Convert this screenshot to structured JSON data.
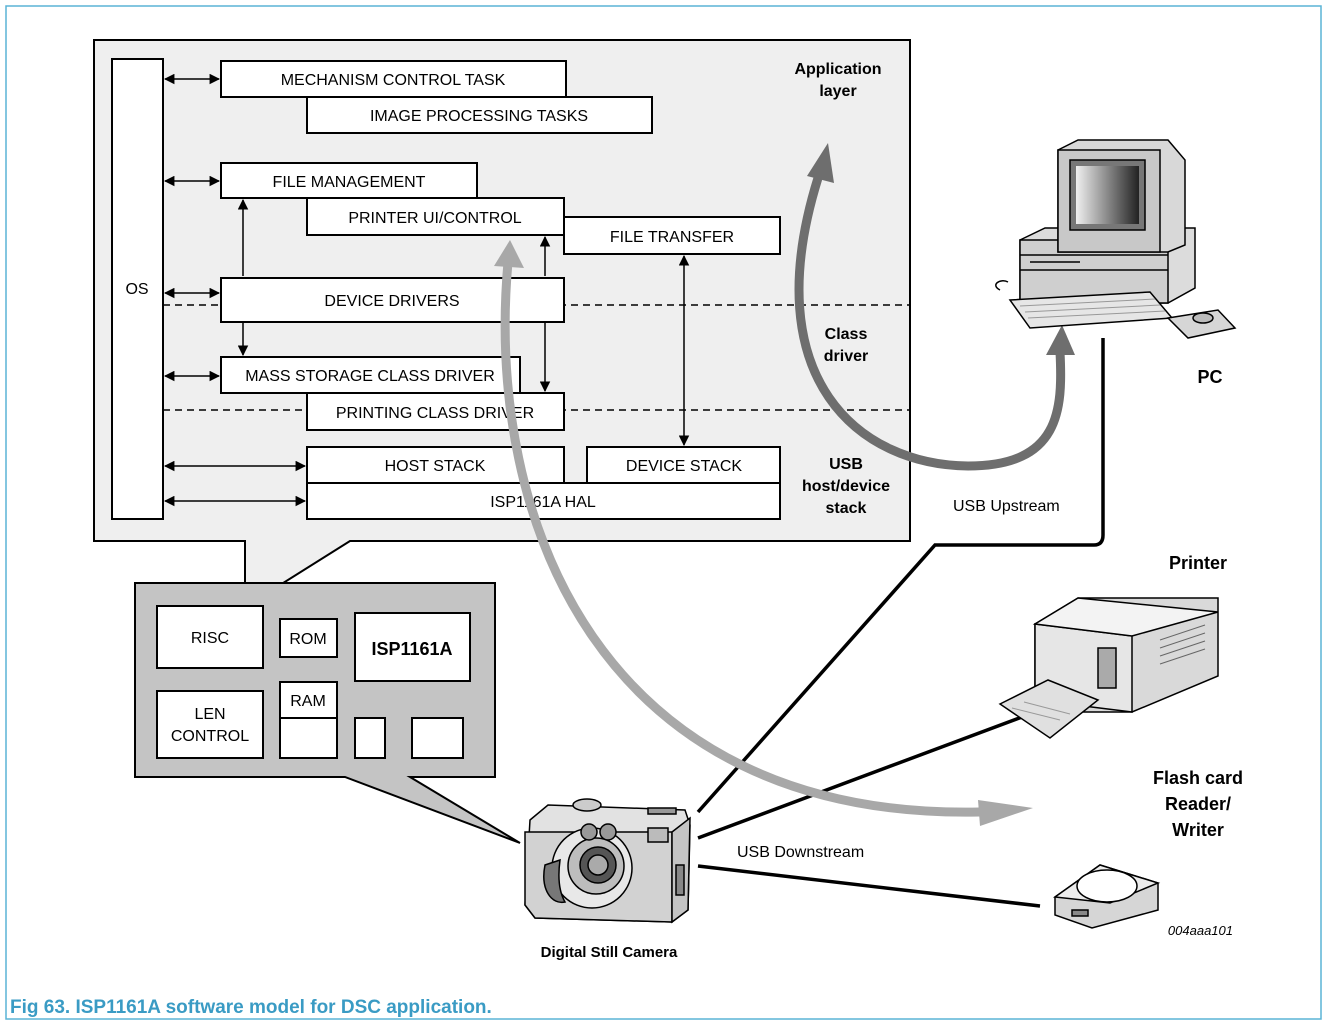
{
  "software_stack": {
    "os_label": "OS",
    "blocks": {
      "mechanism": "MECHANISM CONTROL TASK",
      "image_processing": "IMAGE PROCESSING TASKS",
      "file_management": "FILE MANAGEMENT",
      "printer_ui": "PRINTER UI/CONTROL",
      "file_transfer": "FILE TRANSFER",
      "device_drivers": "DEVICE DRIVERS",
      "mass_storage": "MASS STORAGE CLASS DRIVER",
      "printing_class": "PRINTING CLASS DRIVER",
      "host_stack": "HOST STACK",
      "device_stack": "DEVICE STACK",
      "hal": "ISP1161A HAL"
    },
    "layers": {
      "application_1": "Application",
      "application_2": "layer",
      "class_1": "Class",
      "class_2": "driver",
      "usb_1": "USB",
      "usb_2": "host/device",
      "usb_3": "stack"
    }
  },
  "hardware": {
    "risc": "RISC",
    "rom": "ROM",
    "ram": "RAM",
    "isp": "ISP1161A",
    "len_1": "LEN",
    "len_2": "CONTROL"
  },
  "devices": {
    "pc": "PC",
    "printer": "Printer",
    "flash_1": "Flash card",
    "flash_2": "Reader/",
    "flash_3": "Writer",
    "camera": "Digital Still Camera"
  },
  "links": {
    "upstream": "USB Upstream",
    "downstream": "USB Downstream"
  },
  "figure_id": "004aaa101",
  "caption": "Fig 63. ISP1161A software model for DSC application.",
  "colors": {
    "border": "#5ab4d6",
    "caption": "#3a9bc4",
    "panel": "#efefef",
    "hw_panel": "#c4c4c4",
    "arrow_light": "#a8a8a8",
    "arrow_dark": "#6e6e6e"
  }
}
